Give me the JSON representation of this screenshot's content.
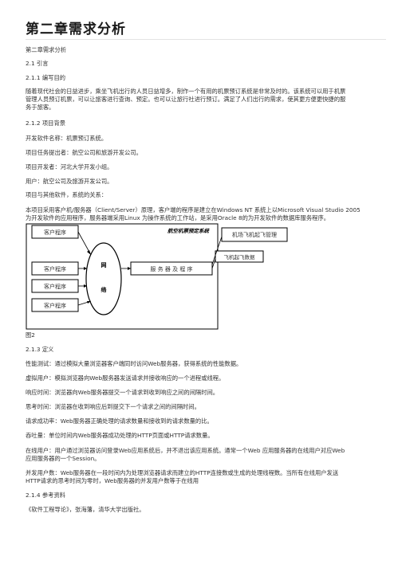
{
  "doc": {
    "title": "第二章需求分析",
    "subtitle": "第二章需求分析",
    "sec_2_1": "2.1 引言",
    "sec_2_1_1": "2.1.1 编写目的",
    "purpose_l1": "随着现代社会的日益进步，乘坐飞机出行的人员日益增多，制作一个有用的机票预订系统是非常及时的。该系统可以用于机票",
    "purpose_l2": "管理人员预订机票，可以让旅客进行查询、预定。也可以让旅行社进行预订。满足了人们出行的需求，使其更方便更快捷的服",
    "purpose_l3": "务于旅客。",
    "sec_2_1_2": "2.1.2 项目背景",
    "bg_name": "开发软件名称：机票预订系统。",
    "bg_proposer": "项目任务提出者：航空公司和旅游开发公司。",
    "bg_developer": "项目开发者：河北大学开发小组。",
    "bg_user": "用户：航空公司及旅游开发公司。",
    "bg_relation": "项目与其他软件，系统的关系：",
    "bg_arch_l1": "本项目采用客户机/服务器（Client/Server）原理，客户端的程序是建立在Windows NT 系统上以Microsoft Visual Studio 2005",
    "bg_arch_l2": "为开发软件的应用程序，服务器端采用Linux 为操作系统的工作站，是采用Oracle 8的为开发软件的数据库服务程序。",
    "fig_caption": "图2",
    "sec_2_1_3": "2.1.3 定义",
    "def_perf": "性能测试：通过模拟大量浏览器客户端同时访问Web服务器，获得系统的性能数据。",
    "def_vuser": "虚拟用户：模拟浏览器向Web服务器发送请求并接收响应的一个进程或线程。",
    "def_resp": "响应时间：浏览器向Web服务器提交一个请求到收到响应之间的间隔时间。",
    "def_think": "思考时间：浏览器在收到响应后到提交下一个请求之间的间隔时间。",
    "def_succ": "请求成功率：Web服务器正确处理的请求数量和接收到的请求数量的比。",
    "def_tput": "吞吐量：单位时间内Web服务器成功处理的HTTP页面或HTTP请求数量。",
    "def_online_l1": "在线用户：用户通过浏览器访问登录Web应用系统后，并不退出该应用系统。通常一个Web 应用服务器的在线用户对应Web",
    "def_online_l2": "应用服务器的一个Session。",
    "def_conc_l1": "并发用户数：Web服务器在一段时间内为处理浏览器请求而建立的HTTP连接数或生成的处理线程数。当所有在线用户发送",
    "def_conc_l2": "HTTP请求的思考时间为零时，Web服务器的并发用户数等于在线用",
    "sec_2_1_4": "2.1.4 参考资料",
    "ref_1": "《软件工程导论》，张海藩，清华大学出版社。"
  },
  "figure": {
    "system_title": "航空机票预定系统",
    "client_1": "客户程序",
    "client_2": "客户程序",
    "client_3": "客户程序",
    "client_4": "客户程序",
    "network_1": "网",
    "network_2": "络",
    "server": "服 务 器 及 程 序",
    "mgmt": "机场飞机起飞管理",
    "data": "飞机起飞数据"
  }
}
